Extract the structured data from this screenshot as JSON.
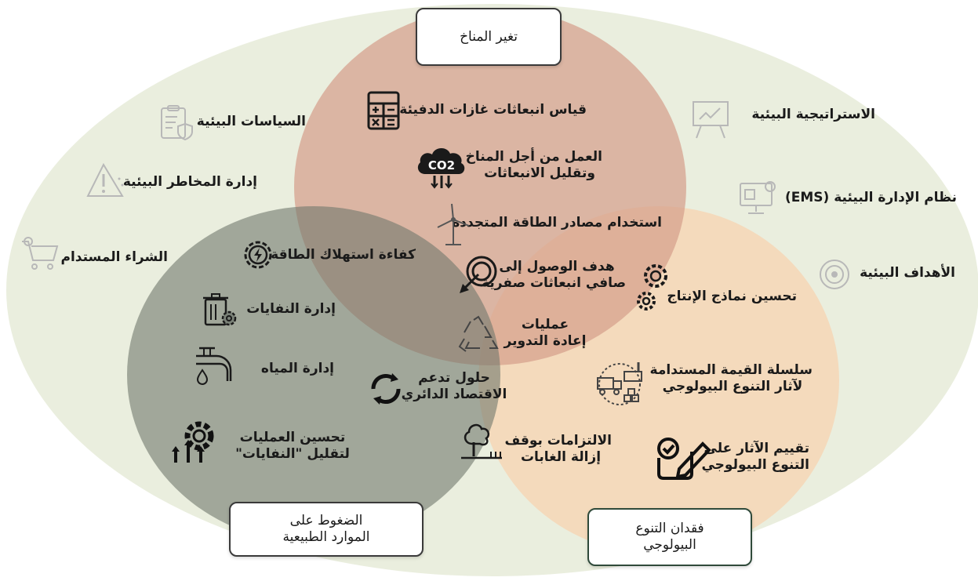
{
  "circles": {
    "climate_change": {
      "title": "تغير المناخ"
    },
    "natural_resources": {
      "title_line1": "الضغوط على",
      "title_line2": "الموارد الطبيعية"
    },
    "biodiversity": {
      "title_line1": "فقدان التنوع",
      "title_line2": "البيولوجي"
    }
  },
  "outer_items": {
    "environmental_policies": "السياسات البيئية",
    "environmental_risk_management": "إدارة المخاطر البيئية",
    "sustainable_procurement": "الشراء المستدام",
    "environmental_strategy": "الاستراتيجية البيئية",
    "ems": "نظام الإدارة البيئية (EMS)",
    "environmental_goals": "الأهداف البيئية"
  },
  "climate_items": {
    "ghg_measurement": "قياس انبعاثات غازات الدفيئة",
    "climate_action_line1": "العمل من أجل المناخ",
    "climate_action_line2": "وتقليل الانبعاثات",
    "renewable_energy": "استخدام مصادر الطاقة المتجددة",
    "co2_label": "CO2"
  },
  "overlap_items": {
    "energy_efficiency": "كفاءة استهلاك الطاقة",
    "net_zero_line1": "هدف الوصول إلى",
    "net_zero_line2": "صافي انبعاثات صفرية",
    "recycling_line1": "عمليات",
    "recycling_line2": "إعادة التدوير",
    "circular_line1": "حلول تدعم",
    "circular_line2": "الاقتصاد الدائري",
    "deforestation_line1": "الالتزامات بوقف",
    "deforestation_line2": "إزالة الغابات"
  },
  "resource_items": {
    "waste_management": "إدارة النفايات",
    "water_management": "إدارة المياه",
    "process_improvement_line1": "تحسين العمليات",
    "process_improvement_line2": "لتقليل \"النفايات\""
  },
  "biodiversity_items": {
    "production_models": "تحسين نماذج الإنتاج",
    "value_chain_line1": "سلسلة القيمة المستدامة",
    "value_chain_line2": "لآثار التنوع البيولوجي",
    "impact_assessment_line1": "تقييم الآثار على",
    "impact_assessment_line2": "التنوع البيولوجي"
  },
  "colors": {
    "outer_ellipse": "#e3e8d3",
    "climate_circle": "#d9a996",
    "resources_circle": "#777e74",
    "biodiversity_circle": "#f5d3b2"
  }
}
